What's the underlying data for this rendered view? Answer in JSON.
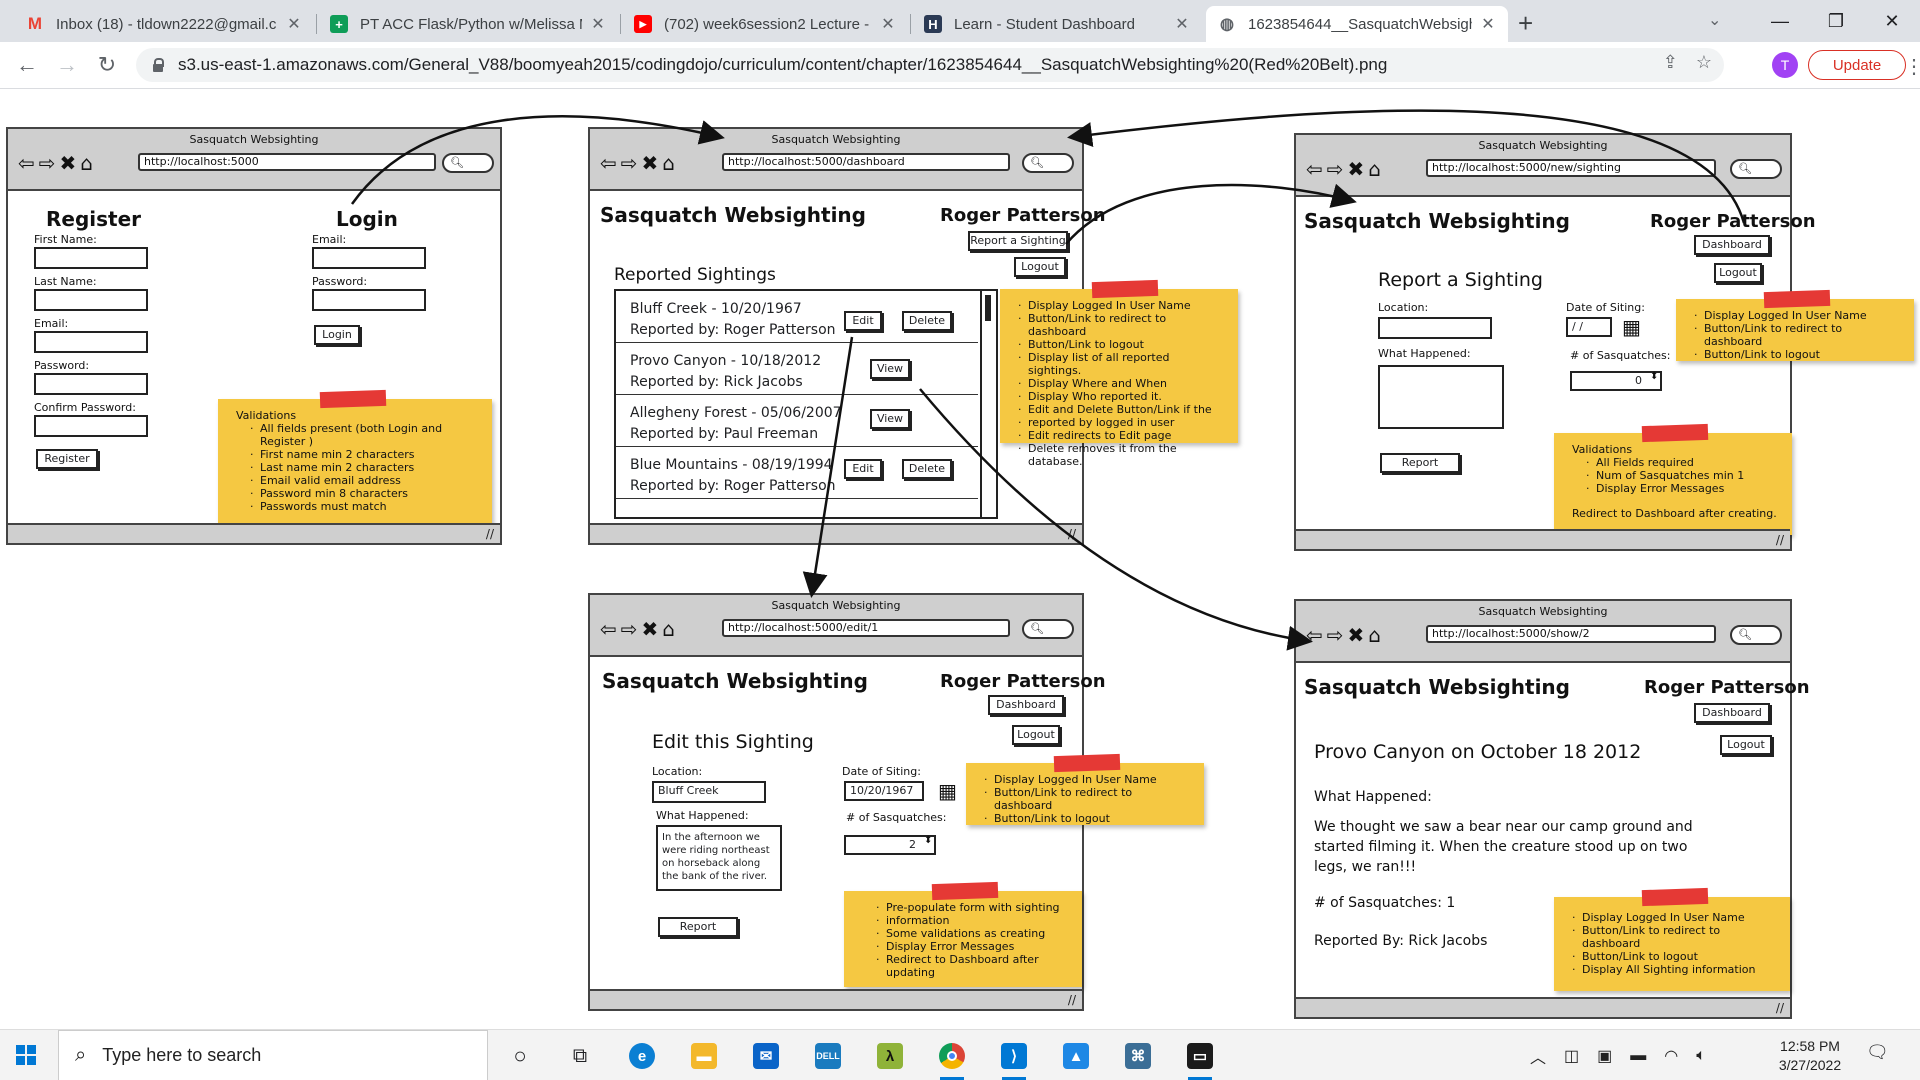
{
  "browser": {
    "tabs": [
      {
        "icon": "gmail-icon",
        "label": "Inbox (18) - tldown2222@gmail.c",
        "active": false
      },
      {
        "icon": "sheets-icon",
        "label": "PT ACC Flask/Python w/Melissa M",
        "active": false
      },
      {
        "icon": "youtube-icon",
        "label": "(702) week6session2 Lecture - Yo",
        "active": false
      },
      {
        "icon": "codingdojo-icon",
        "label": "Learn - Student Dashboard",
        "active": false
      },
      {
        "icon": "globe-icon",
        "label": "1623854644__SasquatchWebsigh",
        "active": true
      }
    ],
    "url": "s3.us-east-1.amazonaws.com/General_V88/boomyeah2015/codingdojo/curriculum/content/chapter/1623854644__SasquatchWebsighting%20(Red%20Belt).png",
    "profile_initial": "T",
    "update_label": "Update"
  },
  "wireframes": {
    "app_title": "Sasquatch Websighting",
    "user_name": "Roger Patterson",
    "login_page": {
      "url": "http://localhost:5000",
      "register_heading": "Register",
      "login_heading": "Login",
      "fields": [
        "First Name:",
        "Last Name:",
        "Email:",
        "Password:",
        "Confirm Password:"
      ],
      "login_fields": [
        "Email:",
        "Password:"
      ],
      "register_button": "Register",
      "login_button": "Login",
      "note_title": "Validations",
      "note_items": [
        "All fields present (both Login and Register )",
        "First name min 2 characters",
        "Last name min 2 characters",
        "Email valid email address",
        "Password min 8 characters",
        "Passwords must match"
      ]
    },
    "dashboard_page": {
      "url": "http://localhost:5000/dashboard",
      "report_button": "Report a Sighting",
      "logout_button": "Logout",
      "section_title": "Reported Sightings",
      "sightings": [
        {
          "line1": "Bluff Creek - 10/20/1967",
          "line2": "Reported by: Roger Patterson",
          "buttons": [
            "Edit",
            "Delete"
          ]
        },
        {
          "line1": "Provo Canyon - 10/18/2012",
          "line2": "Reported by: Rick Jacobs",
          "buttons": [
            "View"
          ]
        },
        {
          "line1": "Allegheny Forest - 05/06/2007",
          "line2": "Reported by: Paul Freeman",
          "buttons": [
            "View"
          ]
        },
        {
          "line1": "Blue Mountains - 08/19/1994",
          "line2": "Reported by: Roger Patterson",
          "buttons": [
            "Edit",
            "Delete"
          ]
        }
      ],
      "note_items": [
        "Display Logged In User Name",
        "Button/Link to redirect to dashboard",
        "Button/Link to logout",
        "Display list of all reported sightings.",
        "Display Where and When",
        "Display Who reported it.",
        "Edit and Delete Button/Link if the",
        "reported by logged in user",
        "Edit redirects to Edit page",
        "Delete removes it from the database."
      ]
    },
    "new_page": {
      "url": "http://localhost:5000/new/sighting",
      "dashboard_button": "Dashboard",
      "logout_button": "Logout",
      "heading": "Report a Sighting",
      "location_label": "Location:",
      "date_label": "Date of Siting:",
      "date_value": "/ /",
      "what_label": "What Happened:",
      "count_label": "# of Sasquatches:",
      "count_value": "0",
      "report_button": "Report",
      "note1_items": [
        "Display Logged In User Name",
        "Button/Link to redirect to dashboard",
        "Button/Link to logout"
      ],
      "note2_title": "Validations",
      "note2_items": [
        "All Fields required",
        "Num of Sasquatches min 1",
        "Display Error Messages"
      ],
      "note2_footer": "Redirect to Dashboard after creating."
    },
    "edit_page": {
      "url": "http://localhost:5000/edit/1",
      "dashboard_button": "Dashboard",
      "logout_button": "Logout",
      "heading": "Edit this Sighting",
      "location_label": "Location:",
      "location_value": "Bluff Creek",
      "date_label": "Date of Siting:",
      "date_value": "10/20/1967",
      "what_label": "What Happened:",
      "what_value": [
        "In the afternoon we",
        "were riding northeast",
        "on horseback along",
        "the bank of the river."
      ],
      "count_label": "# of Sasquatches:",
      "count_value": "2",
      "report_button": "Report",
      "note1_items": [
        "Display Logged In User Name",
        "Button/Link to redirect to dashboard",
        "Button/Link to logout"
      ],
      "note2_items": [
        "Pre-populate form with sighting",
        "information",
        "Some validations as creating",
        "Display Error Messages",
        "Redirect to Dashboard after updating"
      ]
    },
    "show_page": {
      "url": "http://localhost:5000/show/2",
      "dashboard_button": "Dashboard",
      "logout_button": "Logout",
      "heading": "Provo Canyon on October 18 2012",
      "what_label": "What Happened:",
      "description": [
        "We thought we saw a bear near our camp ground and",
        "started filming it.  When the creature stood up on two",
        "legs, we ran!!!"
      ],
      "count_text": "# of Sasquatches: 1",
      "reported_text": "Reported By: Rick Jacobs",
      "note_items": [
        "Display Logged In User Name",
        "Button/Link to redirect to dashboard",
        "Button/Link to logout",
        "Display All Sighting information"
      ]
    }
  },
  "taskbar": {
    "search_placeholder": "Type here to search",
    "time": "12:58 PM",
    "date": "3/27/2022",
    "apps": [
      "task-view-icon",
      "edge-icon",
      "file-explorer-icon",
      "mail-icon",
      "dell-icon",
      "lambda-icon",
      "chrome-icon",
      "vscode-icon",
      "photos-icon",
      "mysql-workbench-icon",
      "terminal-icon"
    ]
  },
  "colors": {
    "note_yellow": "#f5c842",
    "tape_red": "#e53935",
    "update_red": "#d93025",
    "profile_purple": "#a142f4"
  }
}
